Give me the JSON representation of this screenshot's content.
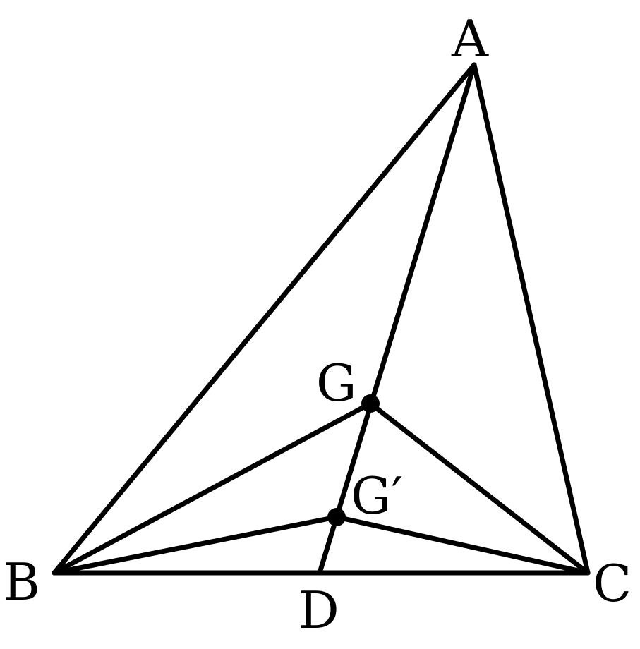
{
  "diagram": {
    "labels": {
      "A": "A",
      "B": "B",
      "C": "C",
      "D": "D",
      "G": "G",
      "Gp": "G′"
    },
    "colors": {
      "stroke": "#000000",
      "background": "#ffffff"
    }
  }
}
